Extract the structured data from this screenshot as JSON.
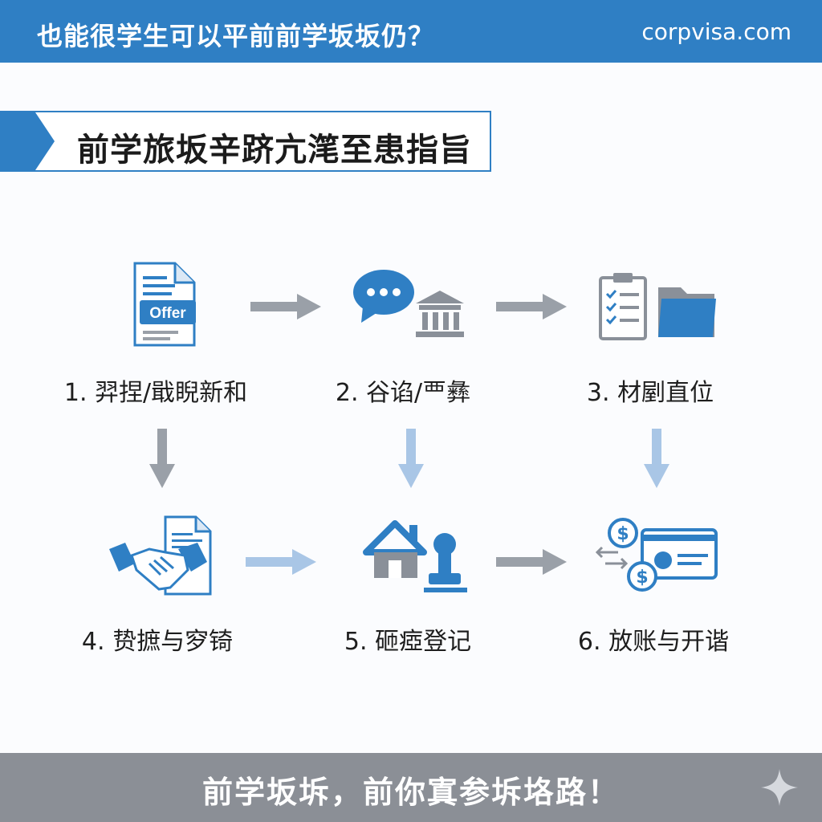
{
  "header": {
    "title": "也能很学生可以平前前学坂坂仍？",
    "site": "corpvisa.com"
  },
  "section": {
    "title": "前学旅坂辛跻亢滗至患指旨"
  },
  "steps": [
    {
      "label": "1. 羿捏/戢睨新和",
      "icon": "offer-document-icon",
      "icon_text": "Offer"
    },
    {
      "label": "2. 谷谄/覀彝",
      "icon": "chat-bank-icon"
    },
    {
      "label": "3. 材剭直位",
      "icon": "clipboard-folder-icon"
    },
    {
      "label": "4. 贽摭与穸锜",
      "icon": "handshake-document-icon"
    },
    {
      "label": "5. 砸瘂登记",
      "icon": "house-stamp-icon"
    },
    {
      "label": "6. 放账与开谐",
      "icon": "money-card-icon"
    }
  ],
  "footer": {
    "text": "前学坂坼，前你寘参坼垎路！"
  },
  "colors": {
    "brand_blue": "#2f7fc4",
    "arrow_gray": "#9aa0a8",
    "arrow_blue": "#a9c6e6",
    "footer_gray": "#8b8f96"
  }
}
